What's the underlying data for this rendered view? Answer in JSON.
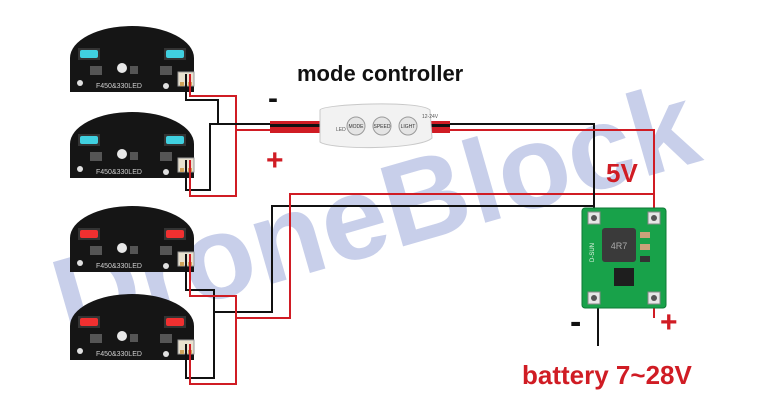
{
  "watermark": "DroneBlock",
  "labels": {
    "mode_controller": "mode controller",
    "minus_controller": "-",
    "plus_controller": "+",
    "voltage_5v": "5V",
    "minus_battery": "-",
    "plus_battery": "+",
    "battery": "battery 7~28V"
  },
  "led_boards": [
    {
      "led_color": "#40d0e0",
      "silk": "F450&330LED"
    },
    {
      "led_color": "#40d0e0",
      "silk": "F450&330LED"
    },
    {
      "led_color": "#f03030",
      "silk": "F450&330LED"
    },
    {
      "led_color": "#f03030",
      "silk": "F450&330LED"
    }
  ],
  "controller": {
    "buttons": [
      "MODE",
      "SPEED",
      "LIGHT"
    ],
    "silk_left": "LED",
    "silk_right": "12-24V"
  },
  "converter": {
    "chip": "4R7",
    "brand": "D-SUN"
  },
  "colors": {
    "wire_red": "#d01c24",
    "wire_black": "#111111",
    "label_red": "#d01c24",
    "pcb_black": "#151515",
    "pcb_green": "#18a24a",
    "watermark": "#9aa8d8"
  }
}
